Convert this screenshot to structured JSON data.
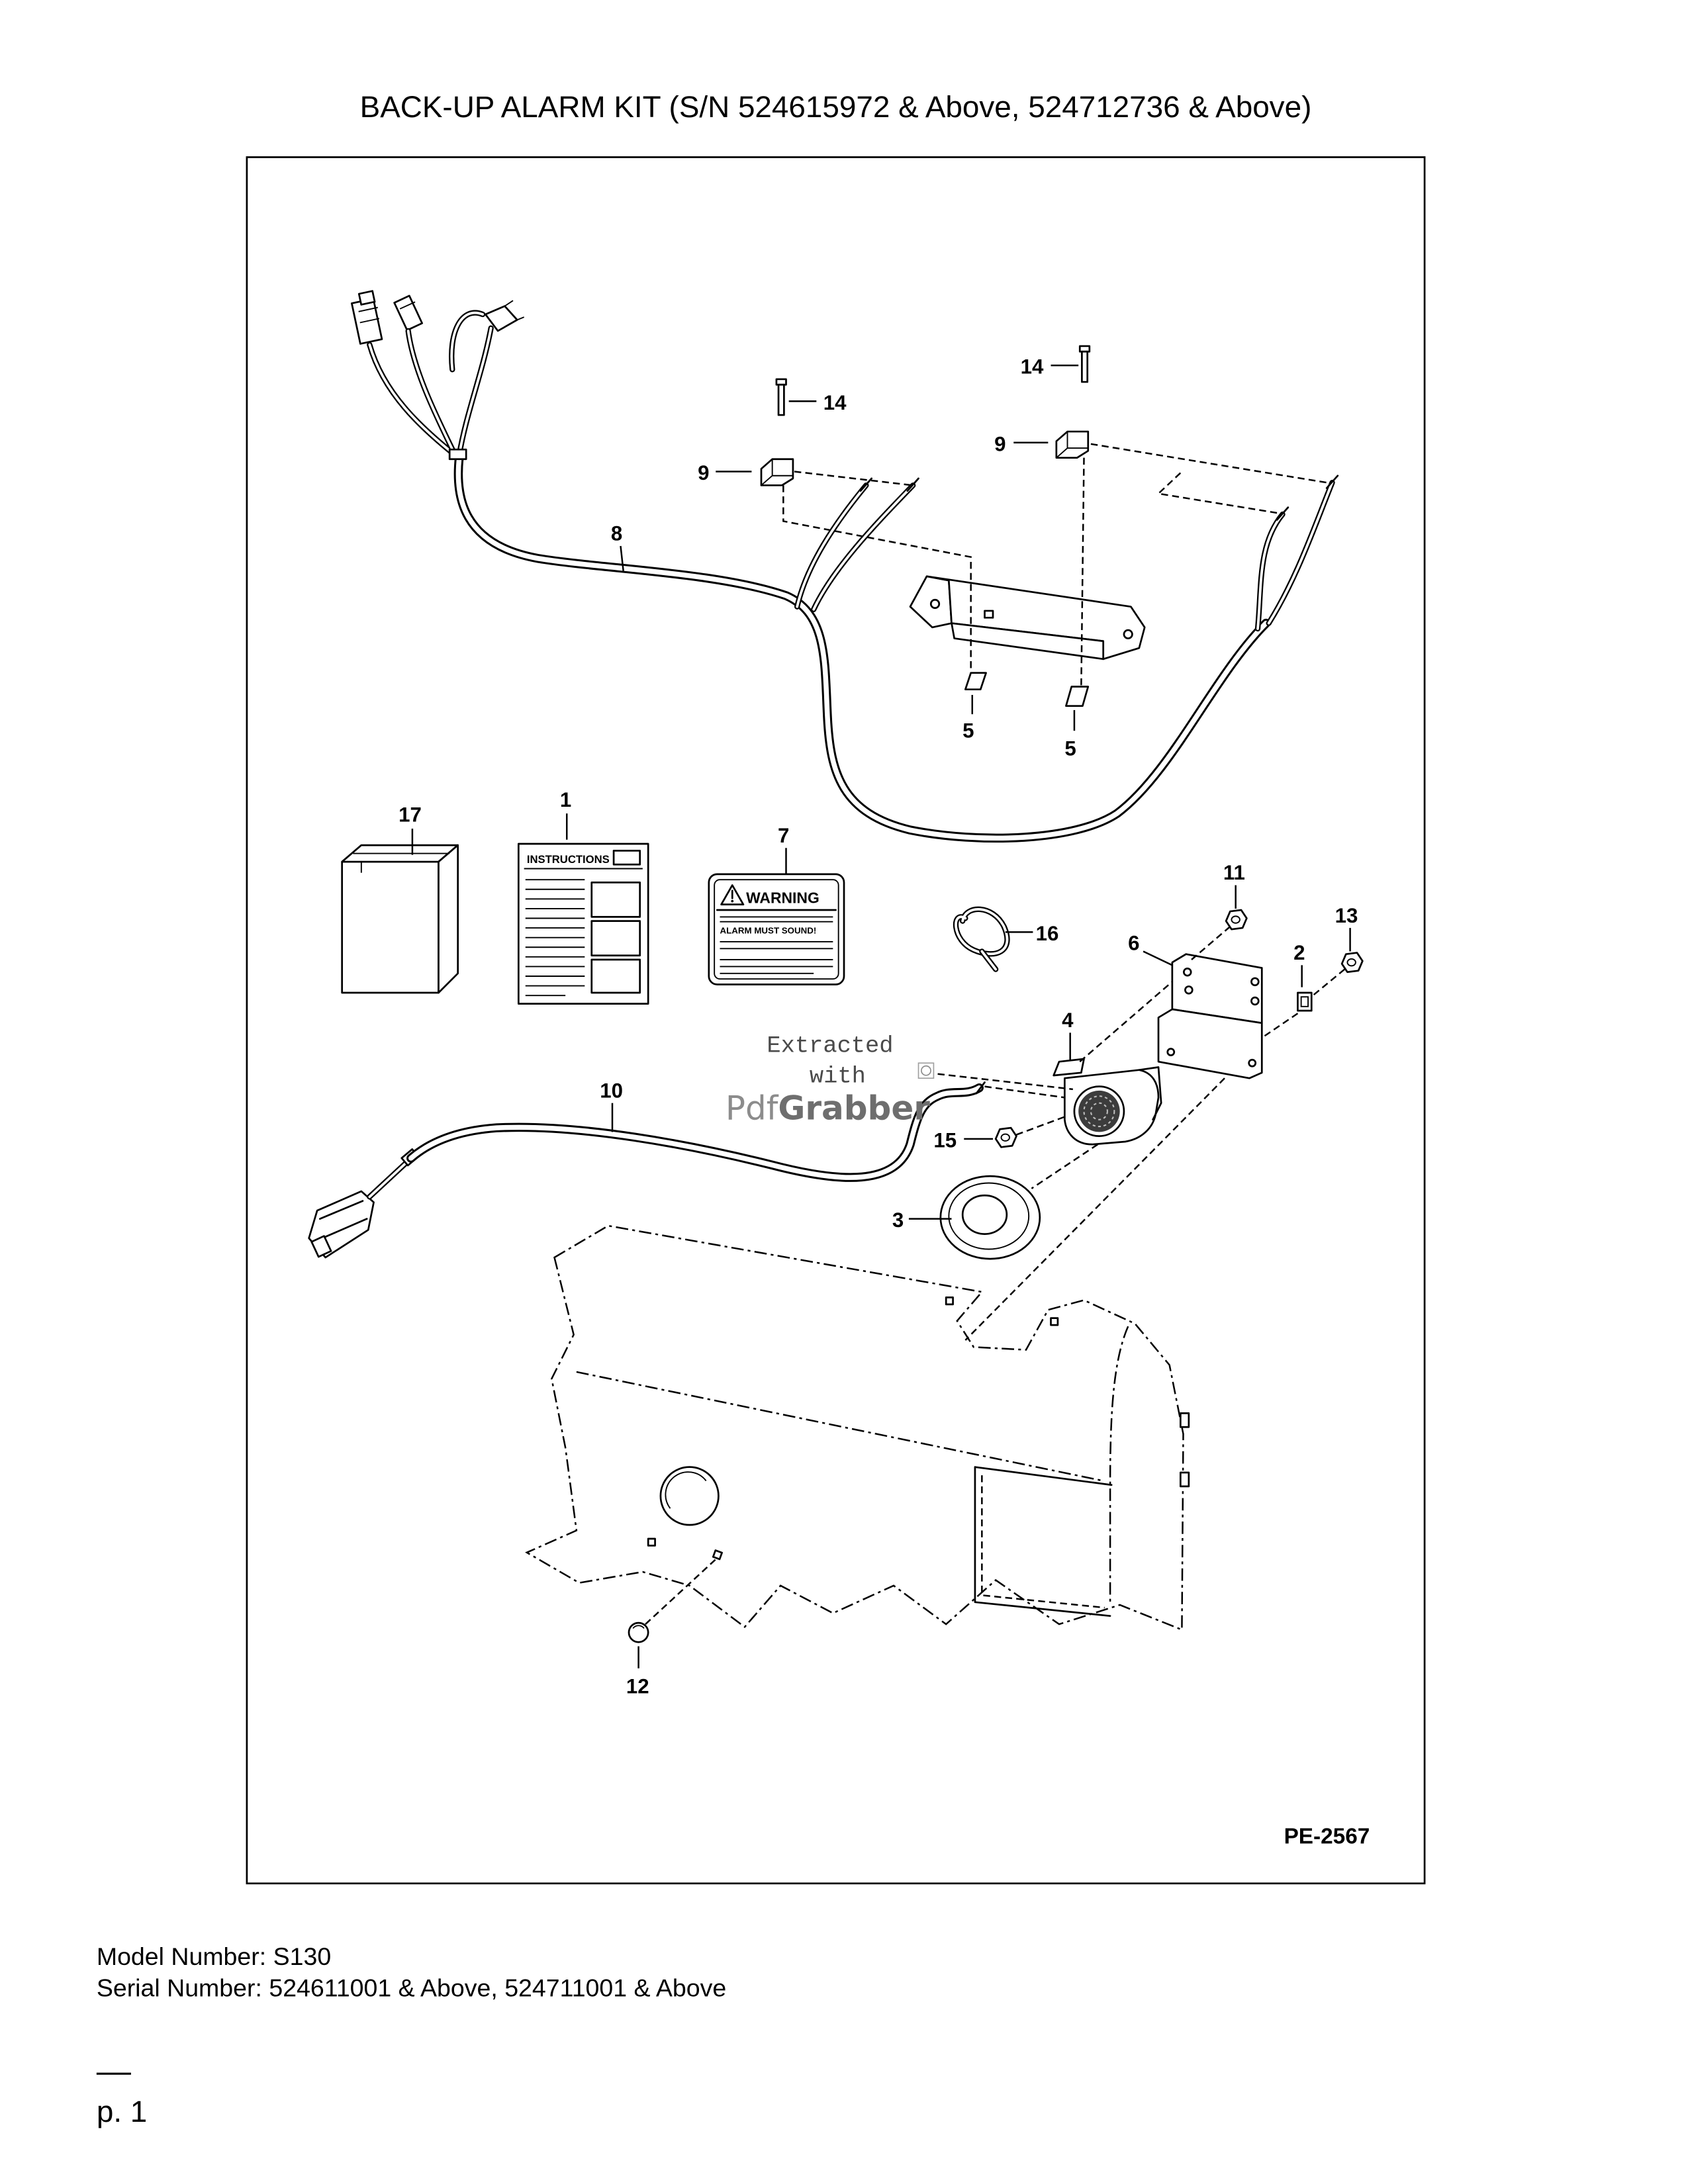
{
  "page": {
    "title": "BACK-UP ALARM KIT (S/N 524615972 & Above, 524712736 & Above)",
    "model_number": "Model Number: S130",
    "serial_number": "Serial Number: 524611001 & Above, 524711001 & Above",
    "page_number": "p. 1"
  },
  "diagram": {
    "drawing_number": "PE-2567",
    "callouts": [
      "14",
      "14",
      "9",
      "9",
      "8",
      "5",
      "5",
      "17",
      "1",
      "7",
      "11",
      "13",
      "6",
      "2",
      "16",
      "4",
      "10",
      "15",
      "3",
      "12"
    ],
    "instructions_sheet": {
      "header": "INSTRUCTIONS"
    },
    "warning_decal": {
      "header": "WARNING",
      "message": "ALARM MUST SOUND!"
    }
  },
  "watermark": {
    "line1": "Extracted",
    "line2": "with",
    "brand_light": "Pdf",
    "brand_bold": "Grabber"
  },
  "colors": {
    "ink": "#000000",
    "background": "#ffffff",
    "watermark_light": "#8c8c8c",
    "watermark_bold": "#6e6e6e"
  }
}
